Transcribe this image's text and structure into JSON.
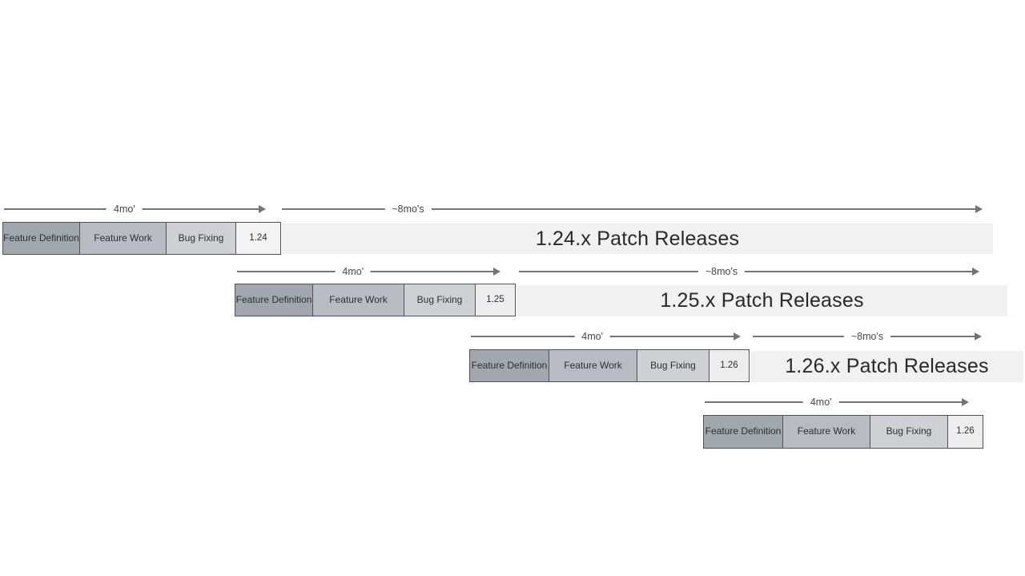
{
  "diagram": {
    "description_labels": {
      "cycle_arrow_label": "4mo'",
      "patch_arrow_label": "~8mo's"
    },
    "rows": [
      {
        "version": "1.24",
        "phases": [
          "Feature Definition",
          "Feature Work",
          "Bug Fixing"
        ],
        "cycle_arrow_label": "4mo'",
        "patch_arrow_label": "~8mo's",
        "patch_bar_label": "1.24.x Patch Releases"
      },
      {
        "version": "1.25",
        "phases": [
          "Feature Definition",
          "Feature Work",
          "Bug Fixing"
        ],
        "cycle_arrow_label": "4mo'",
        "patch_arrow_label": "~8mo's",
        "patch_bar_label": "1.25.x Patch Releases"
      },
      {
        "version": "1.26",
        "phases": [
          "Feature Definition",
          "Feature Work",
          "Bug Fixing"
        ],
        "cycle_arrow_label": "4mo'",
        "patch_arrow_label": "~8mo's",
        "patch_bar_label": "1.26.x Patch Releases"
      },
      {
        "version": "1.26",
        "phases": [
          "Feature Definition",
          "Feature Work",
          "Bug Fixing"
        ],
        "cycle_arrow_label": "4mo'"
      }
    ],
    "colors": {
      "feature_definition_bg": "#a1a7ae",
      "feature_work_bg": "#b7bcc2",
      "bug_fixing_bg": "#cdd0d4",
      "version_box_bg": "#ebedef",
      "patch_bar_bg": "#eff1f3",
      "box_border": "#50545a",
      "arrow": "#70757b",
      "label_text": "#43474c",
      "patch_text": "#27292c"
    }
  }
}
